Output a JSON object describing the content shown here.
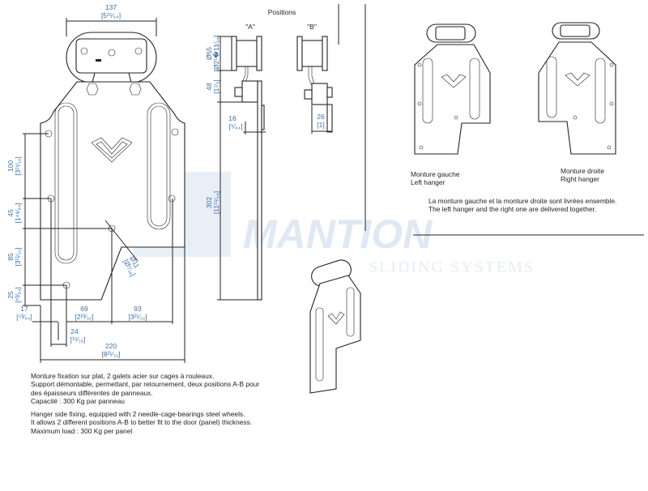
{
  "watermark": {
    "brand": "MANTION",
    "tagline": "SLIDING SYSTEMS"
  },
  "front_view": {
    "dims": {
      "width_top": "137",
      "width_top_in": "[5²⁵⁄₆₄]",
      "v100": "100",
      "v100_in": "[3¹⁵⁄₁₆]",
      "v45": "45",
      "v45_in": "[1⁴⁹⁄₆₄]",
      "v85": "85",
      "v85_in": "[3¹¹⁄₃₂]",
      "v25": "25",
      "v25_in": "[⁶³⁄₆₄]",
      "h17": "17",
      "h17_in": "[⁴³⁄₆₄]",
      "h69": "69",
      "h69_in": "[2²³⁄₃₂]",
      "h93": "93",
      "h93_in": "[3²¹⁄₃₂]",
      "h24": "24",
      "h24_in": "[¹⁵⁄₁₆]",
      "h220": "220",
      "h220_in": "[8²¹⁄₃₂]",
      "hole": "Ø11",
      "hole_in": "[Ø⁷⁄₁₆]"
    }
  },
  "side_view": {
    "title": "Positions",
    "pos_a": "\"A\"",
    "pos_b": "\"B\"",
    "dims": {
      "d55": "Ø55",
      "d55_in": "[Ø2¹�11⁄₆₄]",
      "d48": "48",
      "d48_in": "[1⁷⁄₈]",
      "d16": "16",
      "d16_in": "[⁵⁄₈₄]",
      "d302": "302",
      "d302_in": "[11¹⁵⁄₆₄]",
      "d26": "26",
      "d26_in": "[1]"
    }
  },
  "hangers": {
    "left_fr": "Monture gauche",
    "left_en": "Left hanger",
    "right_fr": "Monture droite",
    "right_en": "Right hanger",
    "note_fr": "La monture gauche et la monture droite sont livrées ensemble.",
    "note_en": "The left hanger and the right one are delivered together."
  },
  "description": {
    "fr_1": "Monture fixation sur plat, 2 galets acier sur cages à rouleaux.",
    "fr_2": "Support démontable, permettant, par retournement, deux positions A-B pour",
    "fr_3": "des épaisseurs différentes de panneaux.",
    "fr_4": "Capacité : 300 Kg par panneau",
    "en_1": "Hanger side fixing, equipped with 2 needle-cage-bearings steel wheels.",
    "en_2": "It allows 2 different positions A-B to better fit to the door (panel) thickness.",
    "en_3": "Maximum load : 300 Kg per panel"
  }
}
